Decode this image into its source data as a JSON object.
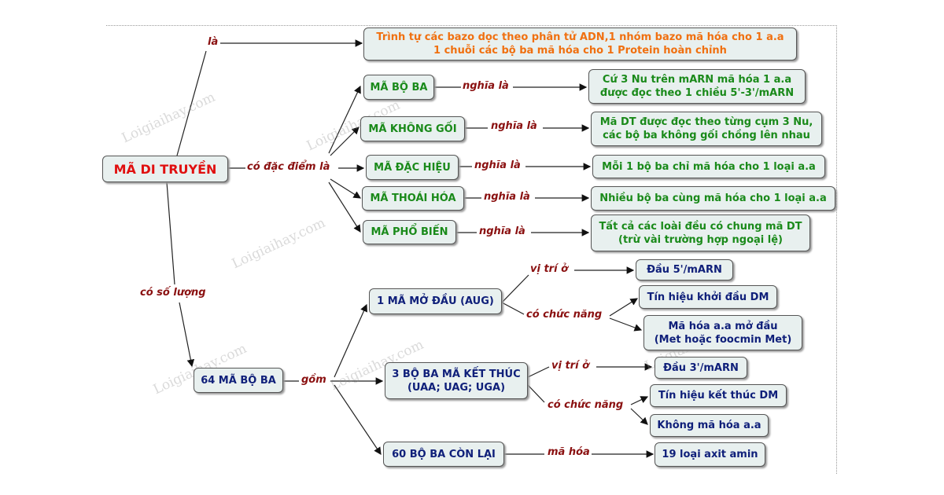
{
  "root": "MÃ DI TRUYỀN",
  "definition": {
    "link": "là",
    "text": "Trình tự các bazo dọc theo phân tử ADN,1 nhóm bazo mã hóa cho 1 a.a\n1 chuỗi các bộ ba mã hóa cho 1 Protein hoàn chỉnh"
  },
  "features": {
    "link": "có đặc điểm là",
    "items": [
      {
        "name": "MÃ BỘ BA",
        "link": "nghĩa là",
        "desc": "Cứ 3 Nu trên mARN mã hóa 1 a.a\nđược đọc theo 1 chiều 5'-3'/mARN"
      },
      {
        "name": "MÃ KHÔNG GỐI",
        "link": "nghĩa là",
        "desc": "Mã DT được đọc theo từng cụm 3 Nu,\ncác bộ ba không gối chồng lên nhau"
      },
      {
        "name": "MÃ ĐẶC HIỆU",
        "link": "nghĩa là",
        "desc": "Mỗi 1 bộ ba chỉ mã hóa cho 1 loại a.a"
      },
      {
        "name": "MÃ THOÁI HÓA",
        "link": "nghĩa là",
        "desc": "Nhiều bộ ba cùng mã hóa cho 1 loại a.a"
      },
      {
        "name": "MÃ PHỔ BIẾN",
        "link": "nghĩa là",
        "desc": "Tất cả các loài đều có chung mã DT\n(trừ vài trường hợp ngoại lệ)"
      }
    ]
  },
  "quantity": {
    "link": "có số lượng",
    "node": "64 MÃ BỘ BA",
    "include_link": "gồm",
    "start": {
      "name": "1 MÃ MỞ ĐẦU (AUG)",
      "pos_link": "vị trí ở",
      "pos": "Đầu 5'/mARN",
      "func_link": "có chức năng",
      "funcs": [
        "Tín hiệu khởi đầu DM",
        "Mã hóa a.a mở đầu\n(Met hoặc foocmin Met)"
      ]
    },
    "stop": {
      "name": "3 BỘ BA MÃ KẾT THÚC\n(UAA; UAG; UGA)",
      "pos_link": "vị trí ở",
      "pos": "Đầu 3'/mARN",
      "func_link": "có chức năng",
      "funcs": [
        "Tín hiệu kết thúc DM",
        "Không mã hóa a.a"
      ]
    },
    "rest": {
      "name": "60 BỘ BA CÒN LẠI",
      "link": "mã hóa",
      "target": "19 loại axit amin"
    }
  },
  "watermark": "Loigiaihay.com"
}
